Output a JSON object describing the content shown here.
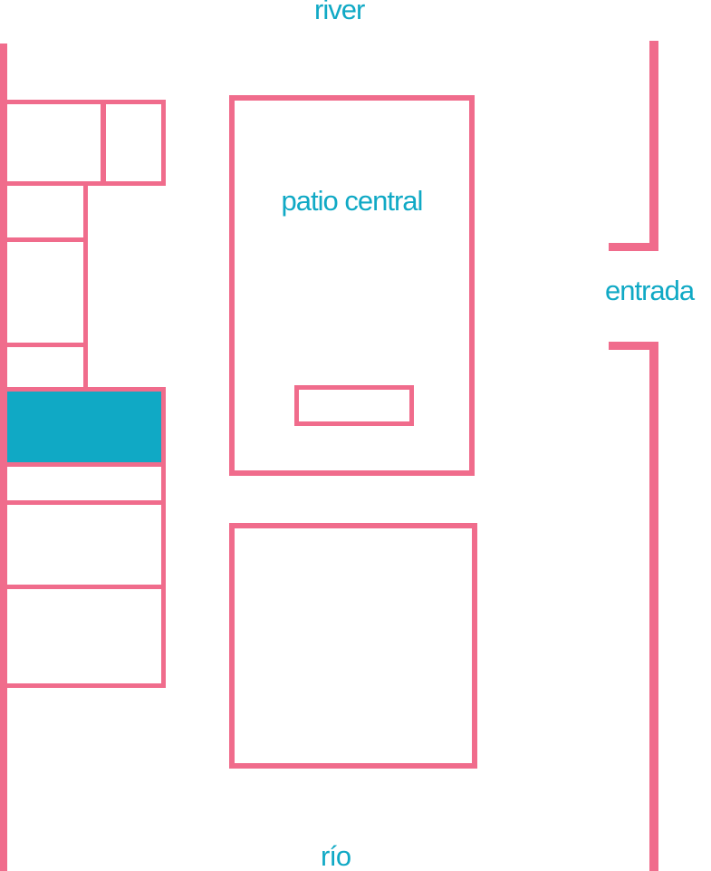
{
  "colors": {
    "wall_pink": "#F06C8C",
    "highlight_teal": "#10A9C5",
    "label_teal": "#10A9C5",
    "background": "#FFFFFF"
  },
  "labels": {
    "river_en": "river",
    "patio_central": "patio central",
    "entrance": "entrada",
    "river_es": "río"
  }
}
